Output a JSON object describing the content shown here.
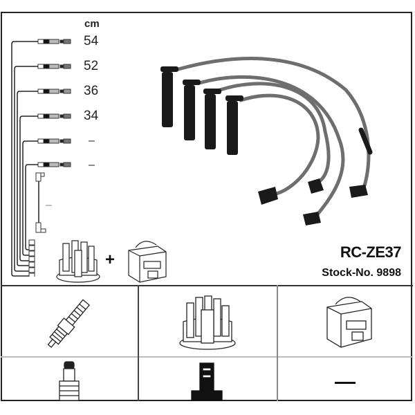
{
  "product": {
    "code": "RC-ZE37",
    "stock_label": "Stock-No. 9898"
  },
  "leads": {
    "unit": "cm",
    "lengths": [
      "54",
      "52",
      "36",
      "34",
      "–",
      "–"
    ],
    "coil_lead_length": "–"
  },
  "kit_contents": {
    "plus_sign": "+",
    "items": [
      "distributor-cap",
      "ignition-coil"
    ]
  },
  "compatibility_table": {
    "row1": [
      "spark-plug",
      "distributor-cap",
      "ignition-coil"
    ],
    "row2": [
      "spark-plug-terminal",
      "cap-terminal-tower",
      "none"
    ],
    "none_value": "—"
  },
  "colors": {
    "line": "#222222",
    "cable": "#6e6e6e",
    "boot": "#1a1a1a"
  }
}
